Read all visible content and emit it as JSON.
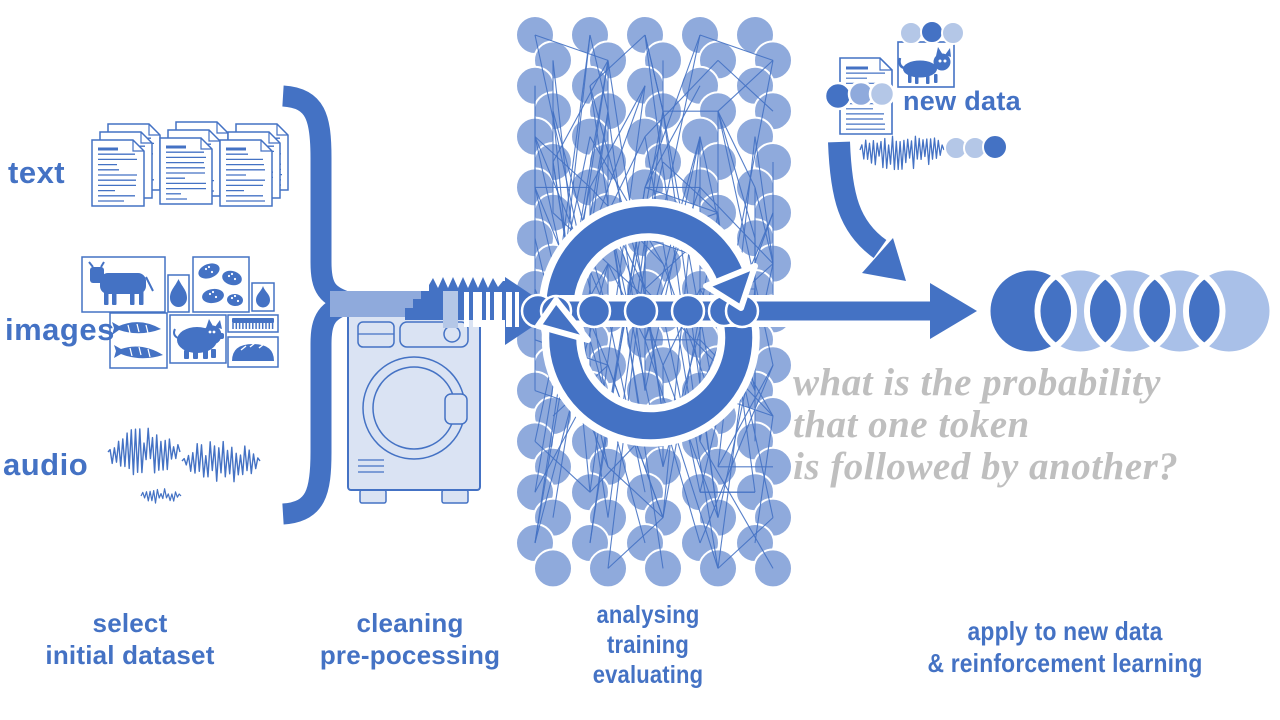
{
  "colors": {
    "primary": "#4472C4",
    "node": "#8FAADC",
    "pale": "#B4C7E7",
    "chain_light": "#A9C0E8",
    "machine_fill": "#DAE3F3",
    "gray_text": "#BFBFBF",
    "white": "#FFFFFF"
  },
  "sources": [
    {
      "label": "text"
    },
    {
      "label": "images"
    },
    {
      "label": "audio"
    }
  ],
  "new_data_label": "new data",
  "question_lines": [
    "what is the probability",
    "that one token",
    "is followed by another?"
  ],
  "stage_labels": [
    {
      "lines": [
        "select",
        "initial dataset"
      ]
    },
    {
      "lines": [
        "cleaning",
        "pre-pocessing"
      ]
    },
    {
      "lines": [
        "analysing",
        "training",
        "evaluating"
      ]
    },
    {
      "lines": [
        "apply to new data",
        "& reinforcement learning"
      ]
    }
  ],
  "icon_names": {
    "brace": "curly-brace-icon",
    "documents": "document-stack-icon",
    "image_thumbnails": "image-thumbnails-icon",
    "audio_waves": "audio-waveform-icon",
    "washing_machine": "washing-machine-icon",
    "feed_arrow": "tokenized-feed-arrow-icon",
    "network": "neural-network-icon",
    "cycle": "training-cycle-arrows-icon",
    "pipeline_arrow": "pipeline-arrow-icon",
    "new_data_doc": "new-data-document-icon",
    "cat_image": "cat-image-icon",
    "new_data_wave": "new-data-waveform-icon",
    "curved_arrow": "new-data-curved-arrow-icon",
    "token_chain": "token-probability-chain-icon"
  },
  "network": {
    "columns": 5,
    "rows": 22
  }
}
